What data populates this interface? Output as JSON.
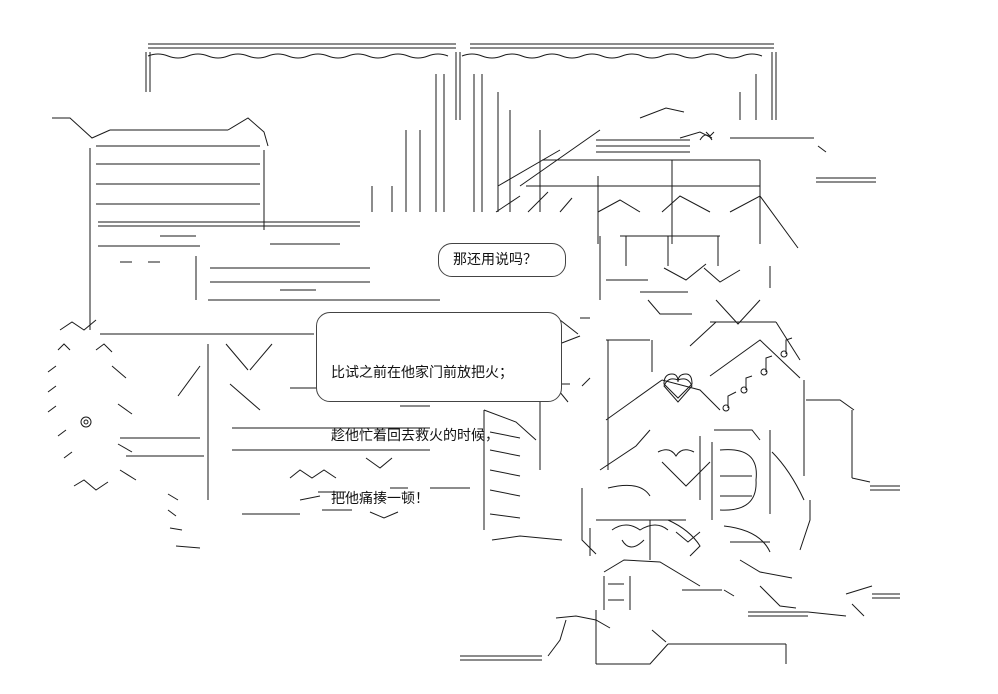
{
  "dialogue": {
    "bubble_1": "那还用说吗？",
    "bubble_2_lines": [
      "比试之前在他家门前放把火；",
      "趁他忙着回去救火的时候，",
      "把他痛揍一顿！"
    ]
  },
  "colors": {
    "ink": "#1a1a1a",
    "background": "#ffffff",
    "bubble_border": "#444444"
  }
}
